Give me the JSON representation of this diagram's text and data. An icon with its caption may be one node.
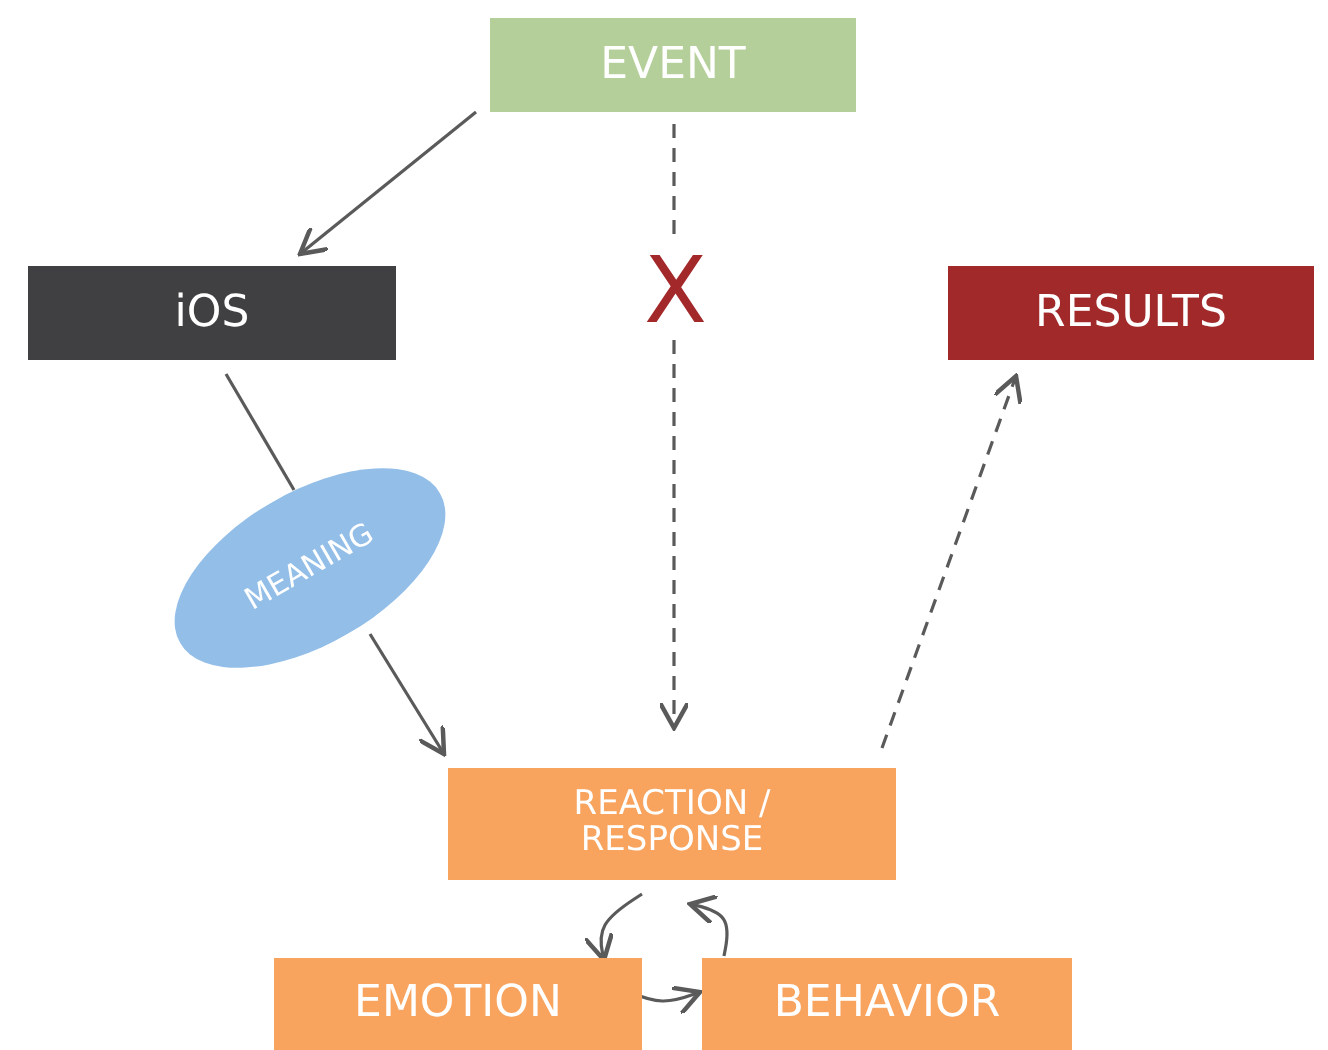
{
  "diagram": {
    "nodes": [
      {
        "text": [
          "EVENT"
        ]
      },
      {
        "text": [
          "iOS"
        ]
      },
      {
        "text": [
          "RESULTS"
        ]
      },
      {
        "text": [
          "MEANING"
        ]
      },
      {
        "text": [
          "REACTION / RESPONSE"
        ]
      },
      {
        "text": [
          "EMOTION"
        ]
      },
      {
        "text": [
          "BEHAVIOR"
        ]
      }
    ],
    "edges": [
      {
        "from": 0,
        "to": 1,
        "arrow": "to"
      },
      {
        "from": 1,
        "to": 3,
        "arrow": "none"
      },
      {
        "from": 3,
        "to": 4,
        "arrow": "to"
      },
      {
        "from": 0,
        "to": 4,
        "arrow": "to",
        "style": "dashed",
        "label": "X"
      },
      {
        "from": 4,
        "to": 2,
        "arrow": "to",
        "style": "dashed"
      },
      {
        "from": 4,
        "to": 5,
        "arrow": "to"
      },
      {
        "from": 5,
        "to": 6,
        "arrow": "to"
      },
      {
        "from": 6,
        "to": 4,
        "arrow": "to"
      }
    ]
  }
}
